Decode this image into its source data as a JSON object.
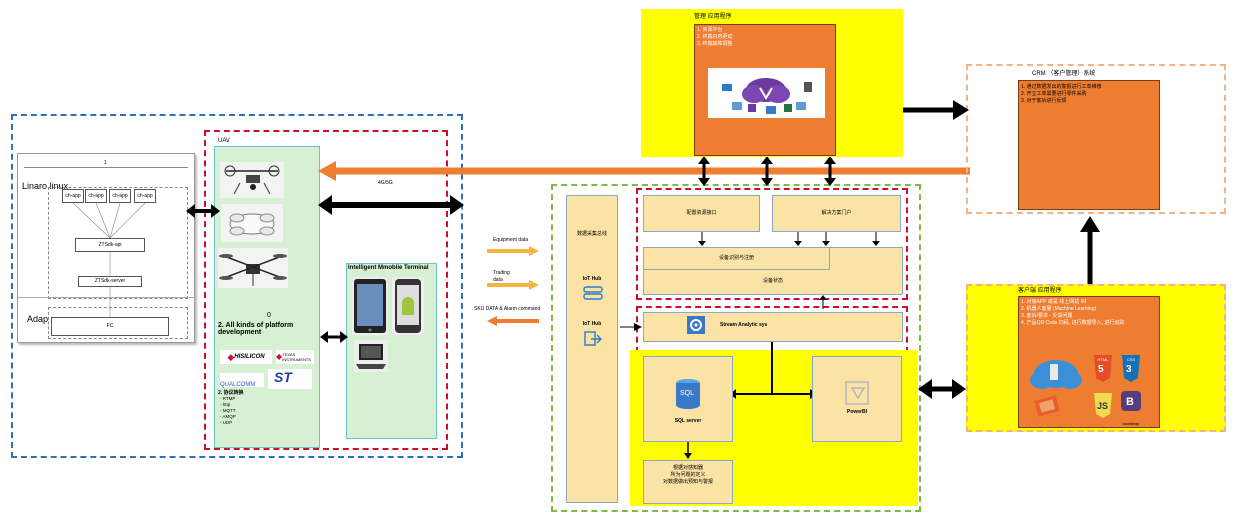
{
  "left_panel": {
    "top_label": "1",
    "linaro_label": "Linaro linux",
    "ch_apps": [
      "ch-app",
      "ch-app",
      "ch-app",
      "ch-app"
    ],
    "ztsdk_api": "ZTSdk-api",
    "ztsdk_server": "ZTSdk-server",
    "adap_label": "Adap",
    "fc_label": "FC"
  },
  "uav": {
    "title": "UAV",
    "zero": "0",
    "platform_text": "2. All kinds of platform development",
    "logos": [
      "HISILICON",
      "TEXAS INSTRUMENTS",
      "QUALCOMM",
      "ST"
    ],
    "protocol_title": "2. 协议转换",
    "protocols": [
      "- RTMP",
      "- http",
      "- MQTT",
      "- AMQP",
      "- UDP"
    ]
  },
  "terminal": {
    "title": "Intelligent Mmoblie Terminal"
  },
  "arrows": {
    "net_label": "4G/5G",
    "equipment": "Equipment data",
    "trading": "Trading data",
    "sku": "SKU DATA & Alarm command"
  },
  "bus": {
    "title": "数据采集总线",
    "iot_hub_1": "IoT Hub",
    "iot_hub_2": "IoT Hub"
  },
  "config": {
    "config_interface": "配置资源接口",
    "solution_portal": "解决方案门户",
    "device_recognition": "设备识别与注册",
    "device_status": "设备状态"
  },
  "analytics": {
    "stream_analytics": "Stream Analytic sys",
    "sql_server": "SQL server",
    "powerbi": "PowerBI",
    "sensor_lines": [
      "根据对感知器",
      "所为问题的定义",
      "对数据做出预知与警报"
    ]
  },
  "mgmt": {
    "title": "管理 应用程序",
    "items": [
      "1. 资源平台",
      "2. 终端内容更动",
      "3. 终端故障调整"
    ]
  },
  "crm": {
    "title": "CRM （客户管理）系统",
    "items": [
      "1. 通过数据发出的警报进行工单维修",
      "2. 开立工单需要进行零件采购",
      "3. 对于客诉进行反馈"
    ]
  },
  "client": {
    "title": "客户端 应用程序",
    "items": [
      "1. 对接APP 或是 线上网站 IM",
      "2. 机器人客服 (Machine Learning)",
      "3. 客诉/要求 - 反馈问题",
      "4. 产品QR Code 扫码, 进行数据导入, 进行追踪"
    ],
    "tech_icons": [
      "HTML5",
      "CSS3",
      "JavaScript",
      "Bootstrap"
    ],
    "tech_labels": [
      "HTML",
      "CSS",
      "JS",
      "bootstrap"
    ]
  },
  "colors": {
    "orange": "#ee7d31",
    "yellow": "#ffff00",
    "red_dash": "#c8102e",
    "green_dash": "#7dbb45",
    "blue_dash": "#2f6fbf",
    "peach": "#fbe3a6"
  }
}
